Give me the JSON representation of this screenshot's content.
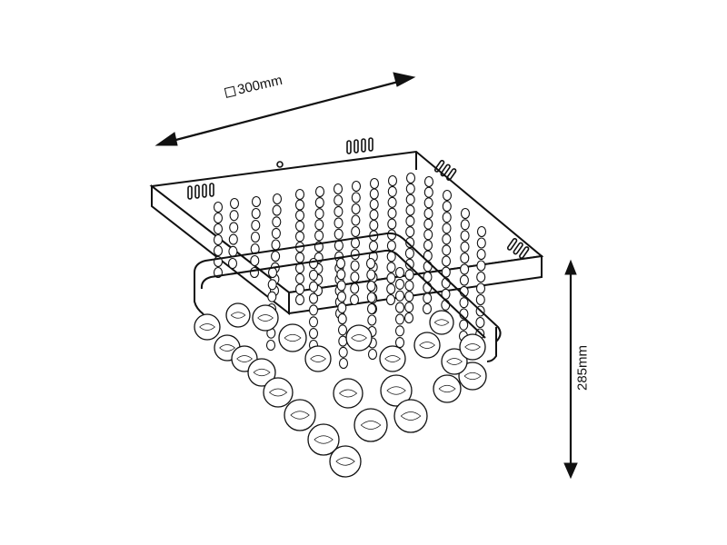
{
  "dimensions": {
    "width_label": "300mm",
    "width_symbol": "square-symbol",
    "height_label": "285mm"
  },
  "colors": {
    "line": "#111111",
    "background": "#ffffff"
  }
}
